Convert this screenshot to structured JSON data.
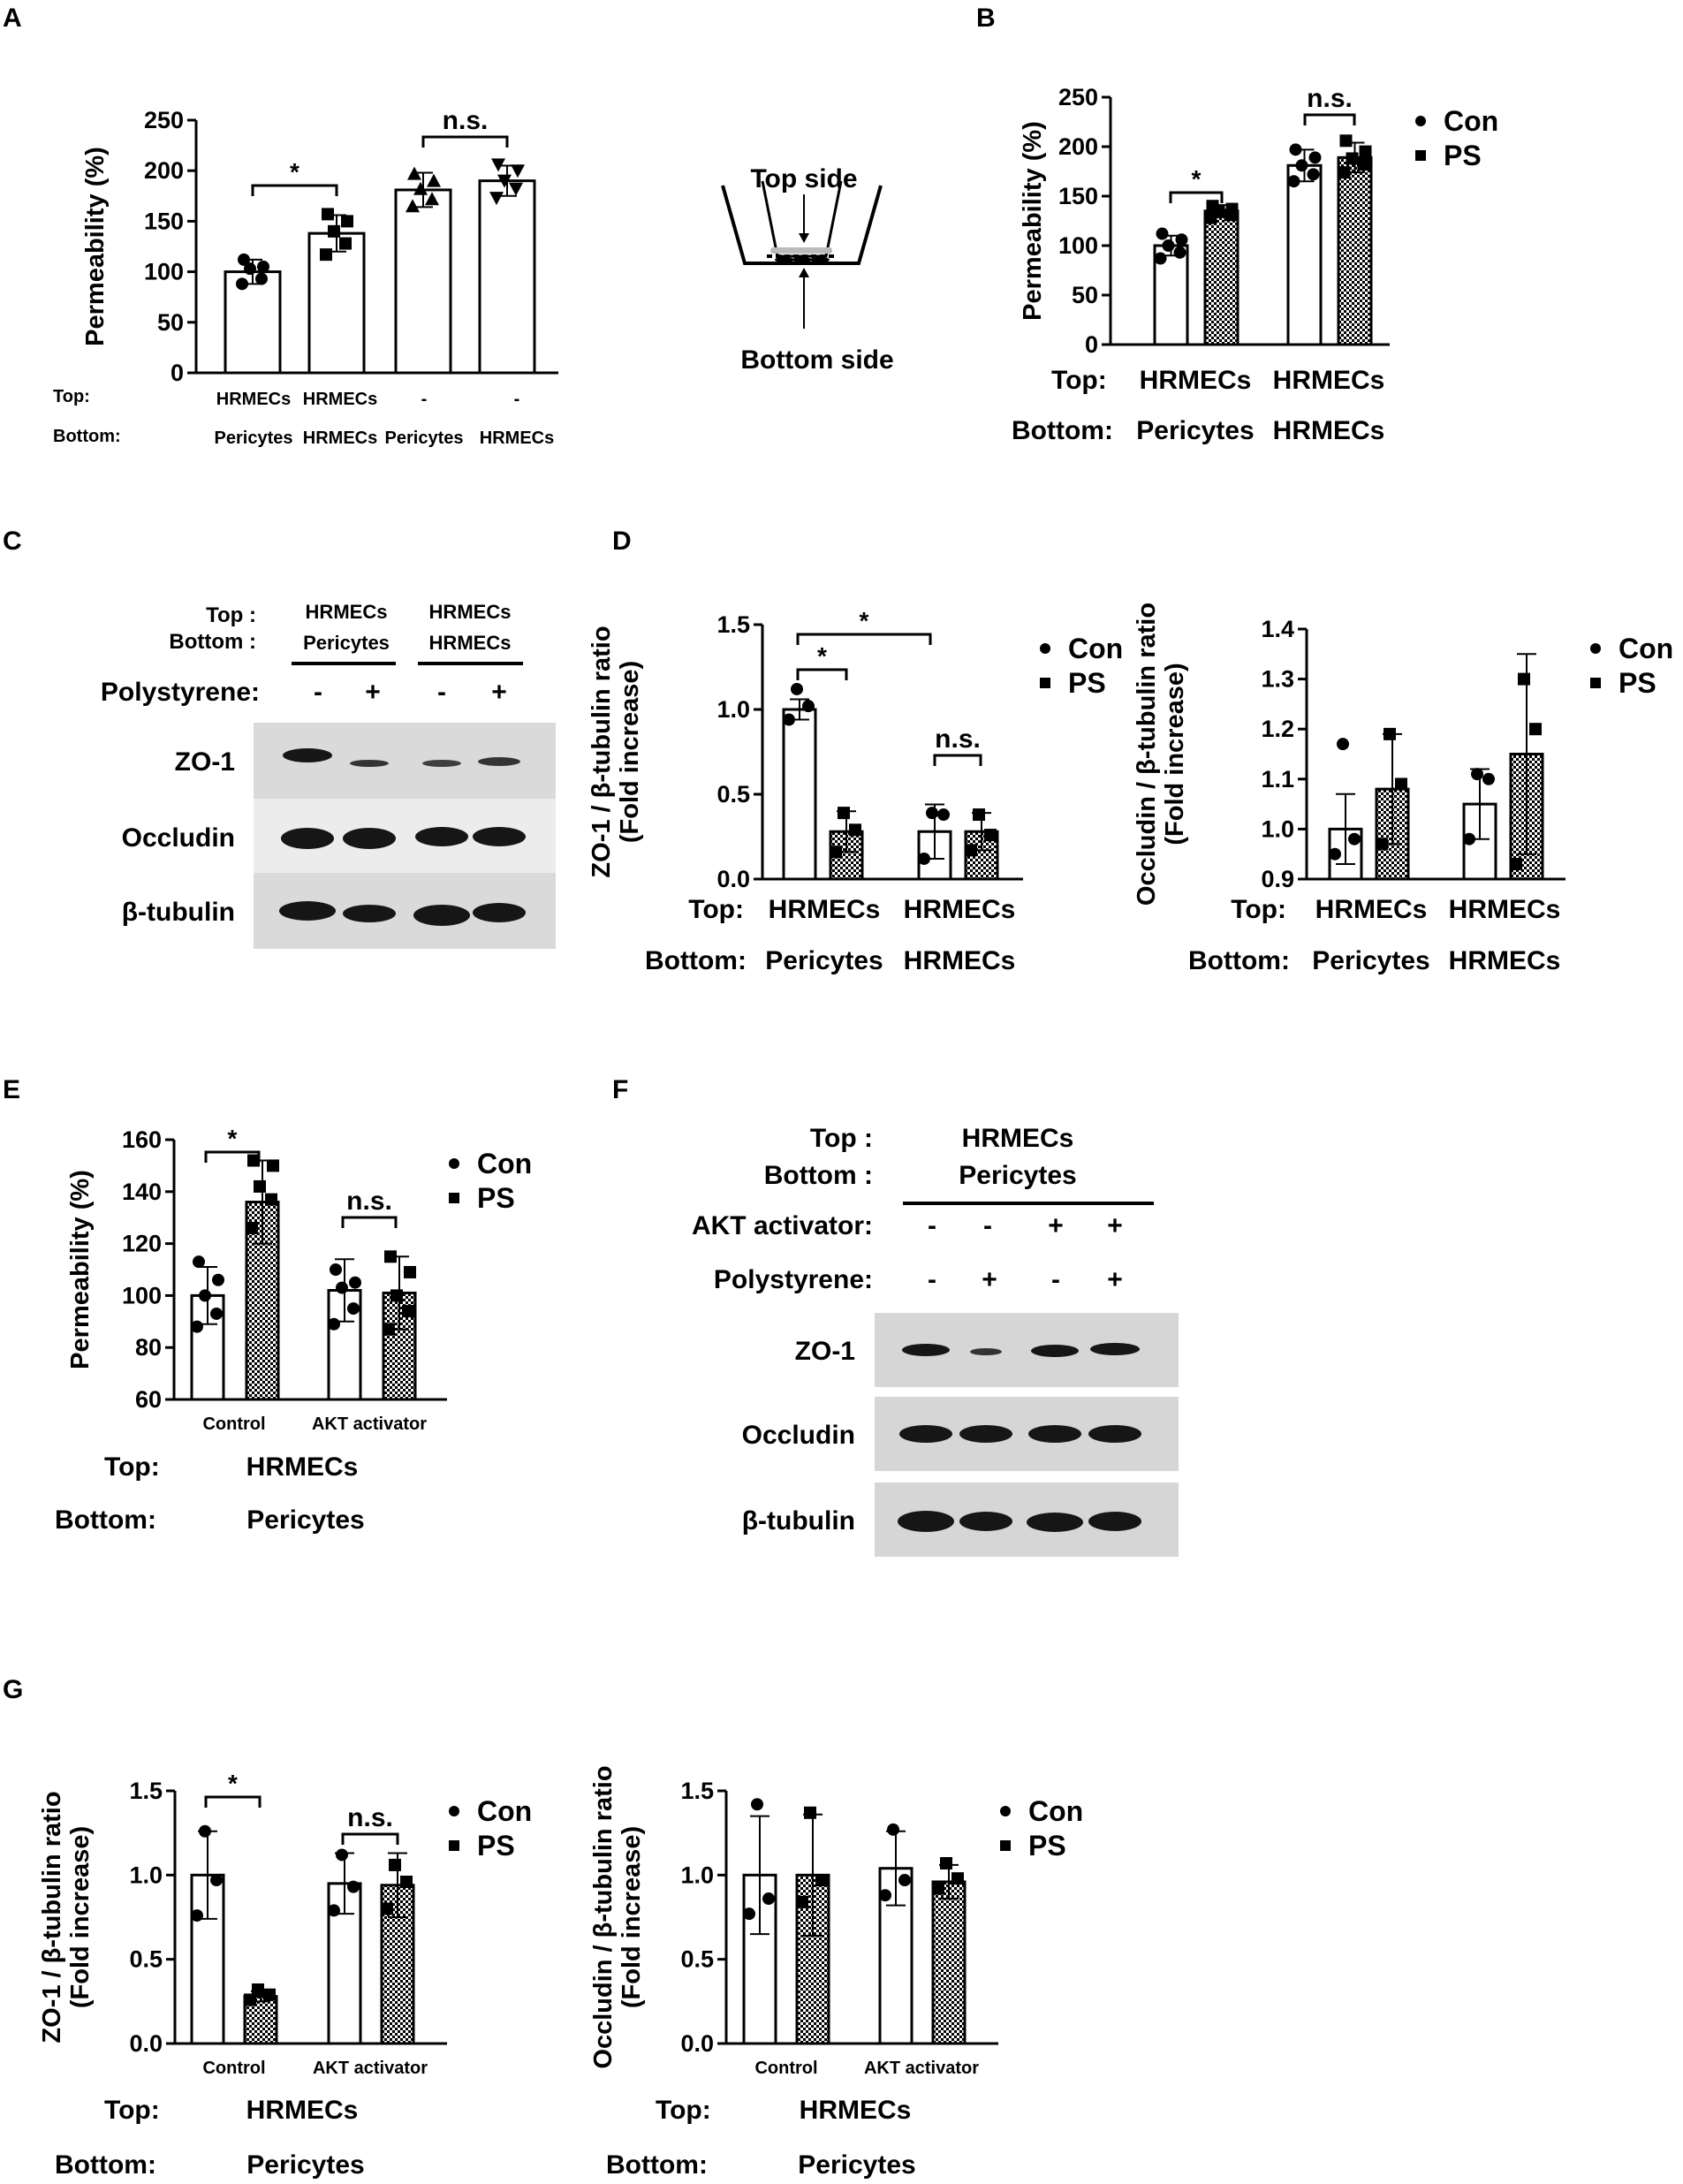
{
  "colors": {
    "ink": "#000000",
    "paper": "#ffffff",
    "blot_panel": "#dadada",
    "blot_band": "#161616"
  },
  "panel_letters": {
    "A": "A",
    "B": "B",
    "C": "C",
    "D": "D",
    "E": "E",
    "F": "F",
    "G": "G"
  },
  "legend": {
    "con": "Con",
    "ps": "PS"
  },
  "row_labels": {
    "top": "Top:",
    "bottom": "Bottom:"
  },
  "cells": {
    "hrmecs": "HRMECs",
    "pericytes": "Pericytes",
    "none": "-",
    "control": "Control",
    "akt": "AKT activator"
  },
  "significance": {
    "star": "*",
    "ns": "n.s."
  },
  "diagram": {
    "top": "Top side",
    "bottom": "Bottom side"
  },
  "blot_C": {
    "top_label": "Top :",
    "bottom_label": "Bottom :",
    "treatment_label": "Polystyrene:",
    "groups": [
      {
        "top": "HRMECs",
        "bottom": "Pericytes"
      },
      {
        "top": "HRMECs",
        "bottom": "HRMECs"
      }
    ],
    "signs": [
      "-",
      "+",
      "-",
      "+"
    ],
    "rows": [
      "ZO-1",
      "Occludin",
      "β-tubulin"
    ]
  },
  "blot_F": {
    "top_label": "Top  :",
    "bottom_label": "Bottom :",
    "group_top": "HRMECs",
    "group_bottom": "Pericytes",
    "activator_label": "AKT activator:",
    "activator_signs": [
      "-",
      "-",
      "+",
      "+"
    ],
    "treatment_label": "Polystyrene:",
    "treatment_signs": [
      "-",
      "+",
      "-",
      "+"
    ],
    "rows": [
      "ZO-1",
      "Occludin",
      "β-tubulin"
    ]
  },
  "chart_data": [
    {
      "panel": "A",
      "type": "bar",
      "ylabel": "Permeability (%)",
      "ylim": [
        0,
        250
      ],
      "yticks": [
        0,
        50,
        100,
        150,
        200,
        250
      ],
      "categories": [
        {
          "top": "HRMECs",
          "bottom": "Pericytes"
        },
        {
          "top": "HRMECs",
          "bottom": "HRMECs"
        },
        {
          "top": "-",
          "bottom": "Pericytes"
        },
        {
          "top": "-",
          "bottom": "HRMECs"
        }
      ],
      "values": [
        100,
        138,
        181,
        190
      ],
      "errors": [
        12,
        18,
        17,
        15
      ],
      "points": [
        [
          88,
          93,
          103,
          105,
          112
        ],
        [
          117,
          128,
          140,
          150,
          157
        ],
        [
          165,
          172,
          182,
          190,
          197
        ],
        [
          173,
          182,
          190,
          200,
          206
        ]
      ],
      "markers": [
        "circle",
        "square",
        "triangle-up",
        "triangle-down"
      ],
      "brackets": [
        {
          "from": 0,
          "to": 1,
          "label": "*"
        },
        {
          "from": 2,
          "to": 3,
          "label": "n.s."
        }
      ]
    },
    {
      "panel": "B",
      "type": "bar",
      "ylabel": "Permeability (%)",
      "ylim": [
        0,
        250
      ],
      "yticks": [
        0,
        50,
        100,
        150,
        200,
        250
      ],
      "groups": [
        {
          "top": "HRMECs",
          "bottom": "Pericytes"
        },
        {
          "top": "HRMECs",
          "bottom": "HRMECs"
        }
      ],
      "series": [
        {
          "name": "Con",
          "values": [
            100,
            181
          ],
          "errors": [
            10,
            16
          ],
          "points": [
            [
              87,
              93,
              100,
              106,
              112
            ],
            [
              165,
              172,
              181,
              189,
              197
            ]
          ]
        },
        {
          "name": "PS",
          "values": [
            135,
            189
          ],
          "errors": [
            6,
            15
          ],
          "points": [
            [
              128,
              131,
              134,
              137,
              140
            ],
            [
              174,
              182,
              188,
              195,
              206
            ]
          ]
        }
      ],
      "brackets": [
        {
          "group": 0,
          "label": "*"
        },
        {
          "group": 1,
          "label": "n.s."
        }
      ]
    },
    {
      "panel": "D-left",
      "type": "bar",
      "ylabel": "ZO-1 / β-tubulin ratio (Fold increase)",
      "ylim": [
        0,
        1.5
      ],
      "yticks": [
        "0.0",
        "0.5",
        "1.0",
        "1.5"
      ],
      "groups": [
        {
          "top": "HRMECs",
          "bottom": "Pericytes"
        },
        {
          "top": "HRMECs",
          "bottom": "HRMECs"
        }
      ],
      "series": [
        {
          "name": "Con",
          "values": [
            1.0,
            0.28
          ],
          "errors": [
            0.06,
            0.16
          ],
          "points": [
            [
              0.94,
              1.02,
              1.12
            ],
            [
              0.12,
              0.38,
              0.39
            ]
          ]
        },
        {
          "name": "PS",
          "values": [
            0.28,
            0.28
          ],
          "errors": [
            0.12,
            0.11
          ],
          "points": [
            [
              0.16,
              0.29,
              0.39
            ],
            [
              0.17,
              0.26,
              0.38
            ]
          ]
        }
      ],
      "brackets": [
        {
          "group": 0,
          "label": "*"
        },
        {
          "group": 1,
          "label": "n.s."
        },
        {
          "across": [
            0,
            2
          ],
          "label": "*"
        }
      ]
    },
    {
      "panel": "D-right",
      "type": "bar",
      "ylabel": "Occludin / β-tubulin ratio (Fold increase)",
      "ylim": [
        0.9,
        1.4
      ],
      "yticks": [
        "0.9",
        "1.0",
        "1.1",
        "1.2",
        "1.3",
        "1.4"
      ],
      "groups": [
        {
          "top": "HRMECs",
          "bottom": "Pericytes"
        },
        {
          "top": "HRMECs",
          "bottom": "HRMECs"
        }
      ],
      "series": [
        {
          "name": "Con",
          "values": [
            1.0,
            1.05
          ],
          "errors": [
            0.07,
            0.07
          ],
          "points": [
            [
              0.95,
              0.98,
              1.17
            ],
            [
              0.98,
              1.1,
              1.11
            ]
          ]
        },
        {
          "name": "PS",
          "values": [
            1.08,
            1.15
          ],
          "errors": [
            0.11,
            0.2
          ],
          "points": [
            [
              0.97,
              1.09,
              1.19
            ],
            [
              0.93,
              1.2,
              1.3
            ]
          ]
        }
      ]
    },
    {
      "panel": "E",
      "type": "bar",
      "ylabel": "Permeability (%)",
      "ylim": [
        60,
        160
      ],
      "yticks": [
        60,
        80,
        100,
        120,
        140,
        160
      ],
      "groups": [
        {
          "label": "Control"
        },
        {
          "label": "AKT activator"
        }
      ],
      "series": [
        {
          "name": "Con",
          "values": [
            100,
            102
          ],
          "errors": [
            11,
            12
          ],
          "points": [
            [
              88,
              93,
              100,
              106,
              113
            ],
            [
              89,
              95,
              103,
              105,
              110
            ]
          ]
        },
        {
          "name": "PS",
          "values": [
            136,
            101
          ],
          "errors": [
            16,
            14
          ],
          "points": [
            [
              126,
              137,
              142,
              150,
              152
            ],
            [
              87,
              94,
              100,
              109,
              115
            ]
          ]
        }
      ],
      "rows": {
        "top": "HRMECs",
        "bottom": "Pericytes"
      },
      "brackets": [
        {
          "group": 0,
          "label": "*"
        },
        {
          "group": 1,
          "label": "n.s."
        }
      ]
    },
    {
      "panel": "G-left",
      "type": "bar",
      "ylabel": "ZO-1 / β-tubulin ratio (Fold increase)",
      "ylim": [
        0,
        1.5
      ],
      "yticks": [
        "0.0",
        "0.5",
        "1.0",
        "1.5"
      ],
      "groups": [
        {
          "label": "Control"
        },
        {
          "label": "AKT activator"
        }
      ],
      "series": [
        {
          "name": "Con",
          "values": [
            1.0,
            0.95
          ],
          "errors": [
            0.26,
            0.18
          ],
          "points": [
            [
              0.76,
              0.97,
              1.26
            ],
            [
              0.79,
              0.93,
              1.12
            ]
          ]
        },
        {
          "name": "PS",
          "values": [
            0.28,
            0.94
          ],
          "errors": [
            0.03,
            0.19
          ],
          "points": [
            [
              0.26,
              0.29,
              0.32
            ],
            [
              0.8,
              0.96,
              1.06
            ]
          ]
        }
      ],
      "rows": {
        "top": "HRMECs",
        "bottom": "Pericytes"
      },
      "brackets": [
        {
          "group": 0,
          "label": "*"
        },
        {
          "group": 1,
          "label": "n.s."
        }
      ]
    },
    {
      "panel": "G-right",
      "type": "bar",
      "ylabel": "Occludin / β-tubulin ratio (Fold increase)",
      "ylim": [
        0,
        1.5
      ],
      "yticks": [
        "0.0",
        "0.5",
        "1.0",
        "1.5"
      ],
      "groups": [
        {
          "label": "Control"
        },
        {
          "label": "AKT activator"
        }
      ],
      "series": [
        {
          "name": "Con",
          "values": [
            1.0,
            1.04
          ],
          "errors": [
            0.35,
            0.22
          ],
          "points": [
            [
              0.77,
              0.86,
              1.42
            ],
            [
              0.88,
              0.97,
              1.27
            ]
          ]
        },
        {
          "name": "PS",
          "values": [
            1.0,
            0.96
          ],
          "errors": [
            0.36,
            0.1
          ],
          "points": [
            [
              0.84,
              0.97,
              1.37
            ],
            [
              0.92,
              0.98,
              1.07
            ]
          ]
        }
      ],
      "rows": {
        "top": "HRMECs",
        "bottom": "Pericytes"
      }
    }
  ]
}
